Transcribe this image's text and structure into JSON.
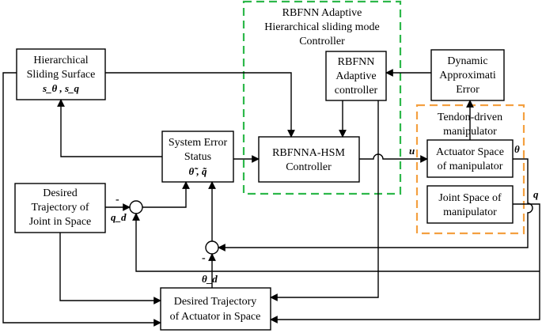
{
  "groups": {
    "green": {
      "title_lines": [
        "RBFNN Adaptive",
        "Hierarchical sliding mode",
        "Controller"
      ],
      "color": "#2db84a"
    },
    "orange": {
      "title_lines": [
        "Tendon-driven",
        "manipulator"
      ],
      "color": "#f4a040"
    }
  },
  "blocks": {
    "hierarchical_surface": {
      "lines": [
        "Hierarchical",
        "Sliding Surface",
        "s_θ , s_q"
      ]
    },
    "rbfnn_adaptive": {
      "lines": [
        "RBFNN",
        "Adaptive",
        "controller"
      ]
    },
    "dynamic_error": {
      "lines": [
        "Dynamic",
        "Approximati",
        "Error"
      ]
    },
    "system_error": {
      "lines": [
        "System Error",
        "Status",
        "θ̃ , q̃"
      ]
    },
    "rbfnna_hsm": {
      "lines": [
        "RBFNNA-HSM",
        "Controller"
      ]
    },
    "actuator_space": {
      "lines": [
        "Actuator Space",
        "of manipulator"
      ]
    },
    "joint_space": {
      "lines": [
        "Joint Space of",
        "manipulator"
      ]
    },
    "desired_joint": {
      "lines": [
        "Desired",
        "Trajectory of",
        "Joint in Space"
      ]
    },
    "desired_actuator": {
      "lines": [
        "Desired Trajectory",
        "of Actuator in Space"
      ]
    }
  },
  "signals": {
    "u": "u",
    "theta": "θ",
    "q": "q",
    "q_d": "q_d",
    "theta_d": "θ_d",
    "minus1": "-",
    "minus2": "-"
  }
}
